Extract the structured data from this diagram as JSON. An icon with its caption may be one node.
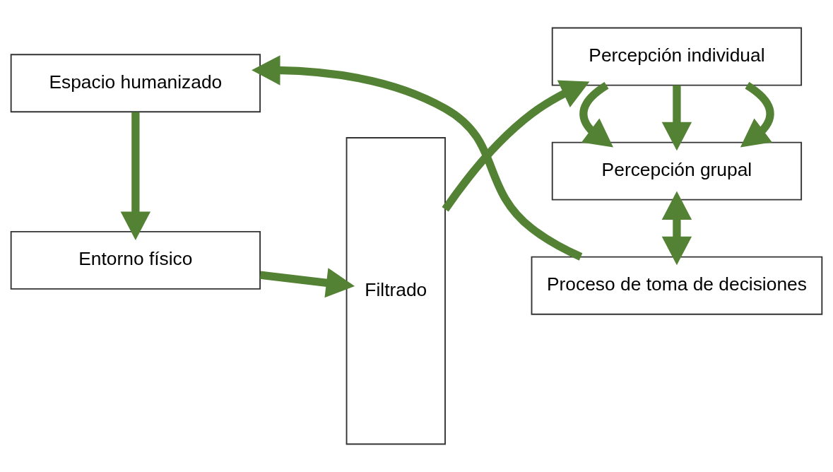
{
  "diagram": {
    "nodes": [
      {
        "text": [
          "Entorno físico"
        ]
      },
      {
        "text": [
          "Filtrado"
        ]
      },
      {
        "text": [
          "Percepción individual"
        ]
      },
      {
        "text": [
          "Percepción grupal"
        ]
      },
      {
        "text": [
          "Proceso de toma de decisiones"
        ]
      },
      {
        "text": [
          "Espacio humanizado"
        ]
      }
    ],
    "edges": [
      {
        "from": 0,
        "to": 1,
        "arrow": "to"
      },
      {
        "from": 1,
        "to": 2,
        "arrow": "to"
      },
      {
        "from": 2,
        "to": 3,
        "arrow": "to"
      },
      {
        "from": 2,
        "to": 3,
        "arrow": "to"
      },
      {
        "from": 2,
        "to": 3,
        "arrow": "to"
      },
      {
        "from": 3,
        "to": 4,
        "arrow": "both"
      },
      {
        "from": 4,
        "to": 5,
        "arrow": "to"
      },
      {
        "from": 5,
        "to": 0,
        "arrow": "to"
      }
    ]
  }
}
